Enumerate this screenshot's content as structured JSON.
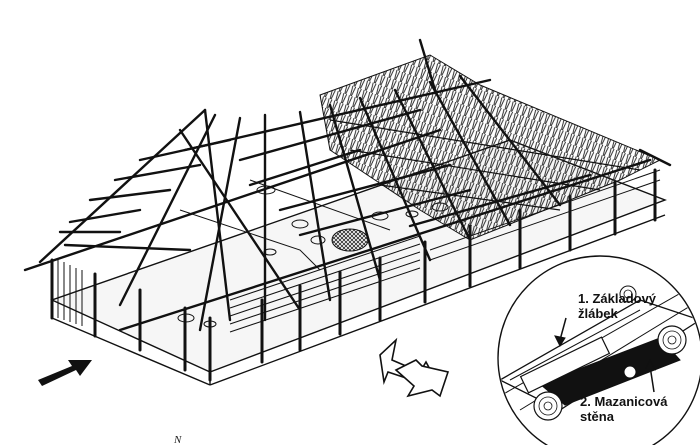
{
  "labels": {
    "foundation_line1": "1. Základový",
    "foundation_line2": "žlábek",
    "wall_line1": "2. Mazanicová",
    "wall_line2": "stěna",
    "north_mark": "N"
  },
  "icons": {
    "entrance_arrow": "entrance-arrow-icon",
    "north_arrow": "north-arrow-icon"
  },
  "colors": {
    "ink": "#111111",
    "thatch": "#2a2a2a",
    "ground": "#ffffff"
  }
}
